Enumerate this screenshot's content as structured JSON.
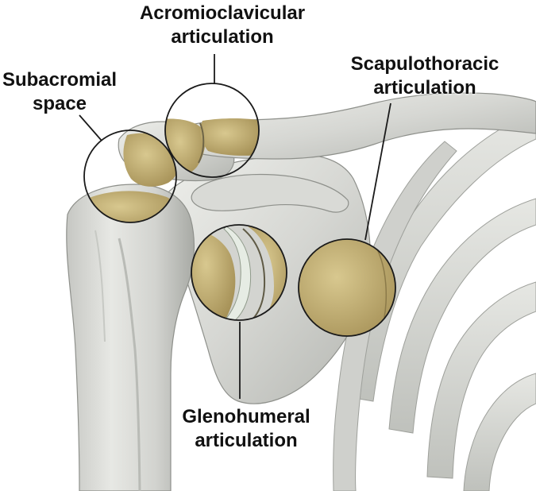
{
  "labels": {
    "acromioclavicular": {
      "line1": "Acromioclavicular",
      "line2": "articulation"
    },
    "subacromial": {
      "line1": "Subacromial",
      "line2": "space"
    },
    "scapulothoracic": {
      "line1": "Scapulothoracic",
      "line2": "articulation"
    },
    "glenohumeral": {
      "line1": "Glenohumeral",
      "line2": "articulation"
    }
  },
  "colors": {
    "bone": "#d9dad6",
    "bone_shadow": "#a9aba6",
    "bone_highlight": "#f1f2ef",
    "cartilage": "#c9b47a",
    "cartilage_dark": "#9c874d",
    "joint_surface": "#e9eee6",
    "outline": "#1a1a1a"
  }
}
